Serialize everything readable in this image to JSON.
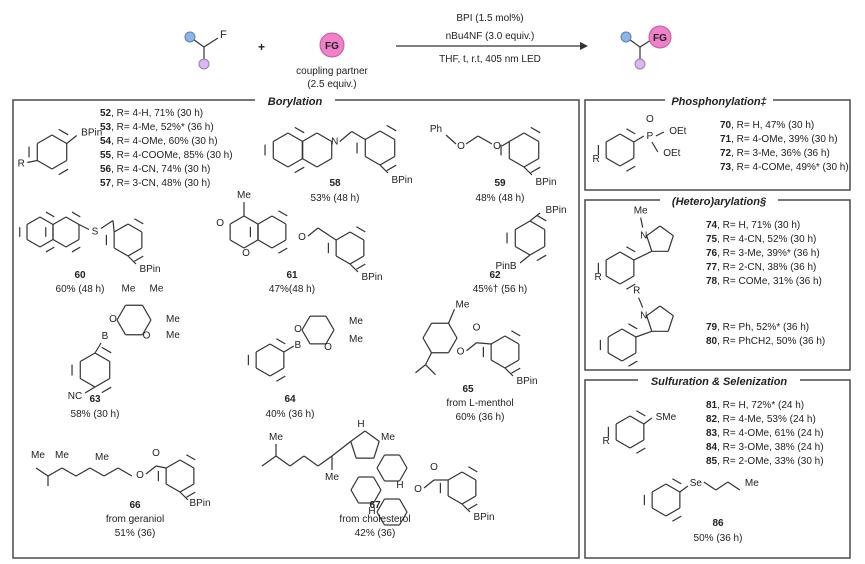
{
  "reaction": {
    "reagent_line1": "BPI (1.5 mol%)",
    "reagent_line2": "nBu4NF (3.0 equiv.)",
    "conditions": "THF, t, r.t, 405 nm LED",
    "fg_label": "FG",
    "coupling_partner": "coupling partner",
    "coupling_equiv": "(2.5 equiv.)",
    "plus": "+",
    "F": "F"
  },
  "panels": {
    "borylation": "Borylation",
    "phosphonylation": "Phosphonylation‡",
    "heteroarylation": "(Hetero)arylation§",
    "sulfuration": "Sulfuration & Selenization"
  },
  "bor_list": [
    {
      "num": "52",
      "text": ", R= 4-H, 71% (30 h)"
    },
    {
      "num": "53",
      "text": ", R= 4-Me, 52%* (36 h)"
    },
    {
      "num": "54",
      "text": ", R= 4-OMe, 60% (30 h)"
    },
    {
      "num": "55",
      "text": ", R= 4-COOMe, 85% (30 h)"
    },
    {
      "num": "56",
      "text": ", R= 4-CN, 74% (30 h)"
    },
    {
      "num": "57",
      "text": ", R= 3-CN, 48% (30 h)"
    }
  ],
  "compounds": [
    {
      "num": "58",
      "yield": "53% (48 h)",
      "note": ""
    },
    {
      "num": "59",
      "yield": "48% (48 h)",
      "note": ""
    },
    {
      "num": "60",
      "yield": "60% (48 h)",
      "note": ""
    },
    {
      "num": "61",
      "yield": "47%(48 h)",
      "note": ""
    },
    {
      "num": "62",
      "yield": "45%† (56 h)",
      "note": ""
    },
    {
      "num": "63",
      "yield": "58% (30 h)",
      "note": ""
    },
    {
      "num": "64",
      "yield": "40% (36 h)",
      "note": ""
    },
    {
      "num": "65",
      "yield": "60% (36 h)",
      "note": "from L-menthol"
    },
    {
      "num": "66",
      "yield": "51% (36)",
      "note": "from geraniol"
    },
    {
      "num": "67",
      "yield": "42% (36)",
      "note": "from cholesterol"
    }
  ],
  "phos_list": [
    {
      "num": "70",
      "text": ", R= H, 47% (30 h)"
    },
    {
      "num": "71",
      "text": ", R= 4-OMe, 39% (30 h)"
    },
    {
      "num": "72",
      "text": ", R= 3-Me, 36% (36 h)"
    },
    {
      "num": "73",
      "text": ", R= 4-COMe, 49%* (30 h)"
    }
  ],
  "het_list": [
    {
      "num": "74",
      "text": ", R= H, 71% (30 h)"
    },
    {
      "num": "75",
      "text": ", R= 4-CN, 52% (30 h)"
    },
    {
      "num": "76",
      "text": ", R= 3-Me, 39%* (36 h)"
    },
    {
      "num": "77",
      "text": ", R= 2-CN, 38% (36 h)"
    },
    {
      "num": "78",
      "text": ", R= COMe, 31% (36 h)"
    }
  ],
  "het_list2": [
    {
      "num": "79",
      "text": ", R= Ph, 52%* (36 h)"
    },
    {
      "num": "80",
      "text": ", R= PhCH2, 50% (36 h)"
    }
  ],
  "sulf_list": [
    {
      "num": "81",
      "text": ", R= H, 72%* (24 h)"
    },
    {
      "num": "82",
      "text": ", R= 4-Me, 53% (24 h)"
    },
    {
      "num": "83",
      "text": ", R= 4-OMe, 61% (24 h)"
    },
    {
      "num": "84",
      "text": ", R= 3-OMe, 38% (24 h)"
    },
    {
      "num": "85",
      "text": ", R= 2-OMe, 33% (30 h)"
    }
  ],
  "sel": {
    "num": "86",
    "yield": "50% (36 h)"
  },
  "struct_labels": {
    "bpin": "BPin",
    "pinb": "PinB",
    "r": "R",
    "me": "Me",
    "nc": "NC",
    "s": "S",
    "o": "O",
    "n": "N",
    "b": "B",
    "p": "P",
    "oet": "OEt",
    "ph": "Ph",
    "sme": "SMe",
    "se": "Se",
    "h": "H"
  }
}
